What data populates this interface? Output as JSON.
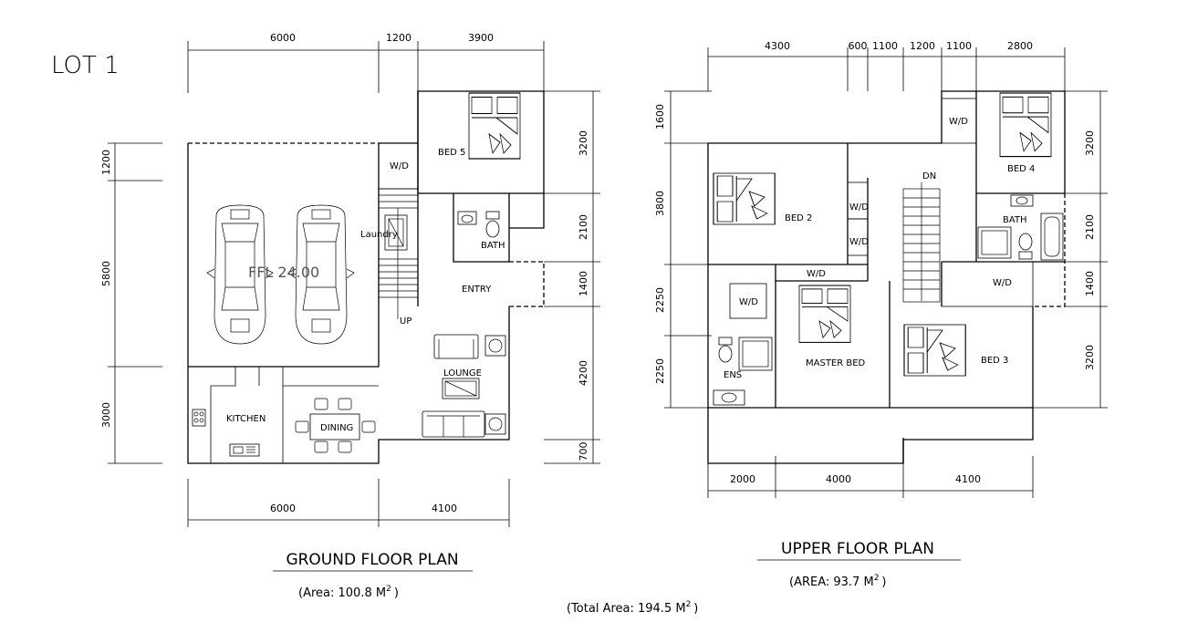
{
  "lot_label": "LOT 1",
  "ground": {
    "title": "GROUND FLOOR PLAN",
    "area_prefix": "(Area: 100.8 M",
    "area_sup": "2",
    "area_suffix": ")",
    "ffl": "FFL 24.00",
    "dims_top": [
      "6000",
      "1200",
      "3900"
    ],
    "dims_bottom": [
      "6000",
      "4100"
    ],
    "dims_left": [
      "1200",
      "5800",
      "3000"
    ],
    "dims_right": [
      "3200",
      "2100",
      "1400",
      "4200",
      "700"
    ],
    "rooms": {
      "wd": "W/D",
      "bed5": "BED 5",
      "bath": "BATH",
      "laundry": "Laundry",
      "entry": "ENTRY",
      "up": "UP",
      "lounge": "LOUNGE",
      "kitchen": "KITCHEN",
      "dining": "DINING"
    }
  },
  "upper": {
    "title": "UPPER FLOOR PLAN",
    "area_prefix": "(AREA:  93.7 M",
    "area_sup": "2",
    "area_suffix": ")",
    "dims_top": [
      "4300",
      "600",
      "1100",
      "1200",
      "1100",
      "2800"
    ],
    "dims_bottom": [
      "2000",
      "4000",
      "4100"
    ],
    "dims_left": [
      "1600",
      "3800",
      "2250",
      "2250"
    ],
    "dims_right": [
      "3200",
      "2100",
      "1400",
      "3200"
    ],
    "rooms": {
      "wd1": "W/D",
      "bed4": "BED 4",
      "dn": "DN",
      "bed2": "BED 2",
      "wd2": "W/D",
      "wd3": "W/D",
      "bath": "BATH",
      "wd4": "W/D",
      "wd5": "W/D",
      "wd6": "W/D",
      "ens": "ENS",
      "master": "MASTER BED",
      "bed3": "BED 3"
    }
  },
  "total_prefix": "(Total Area: 194.5 M",
  "total_sup": "2",
  "total_suffix": ")"
}
